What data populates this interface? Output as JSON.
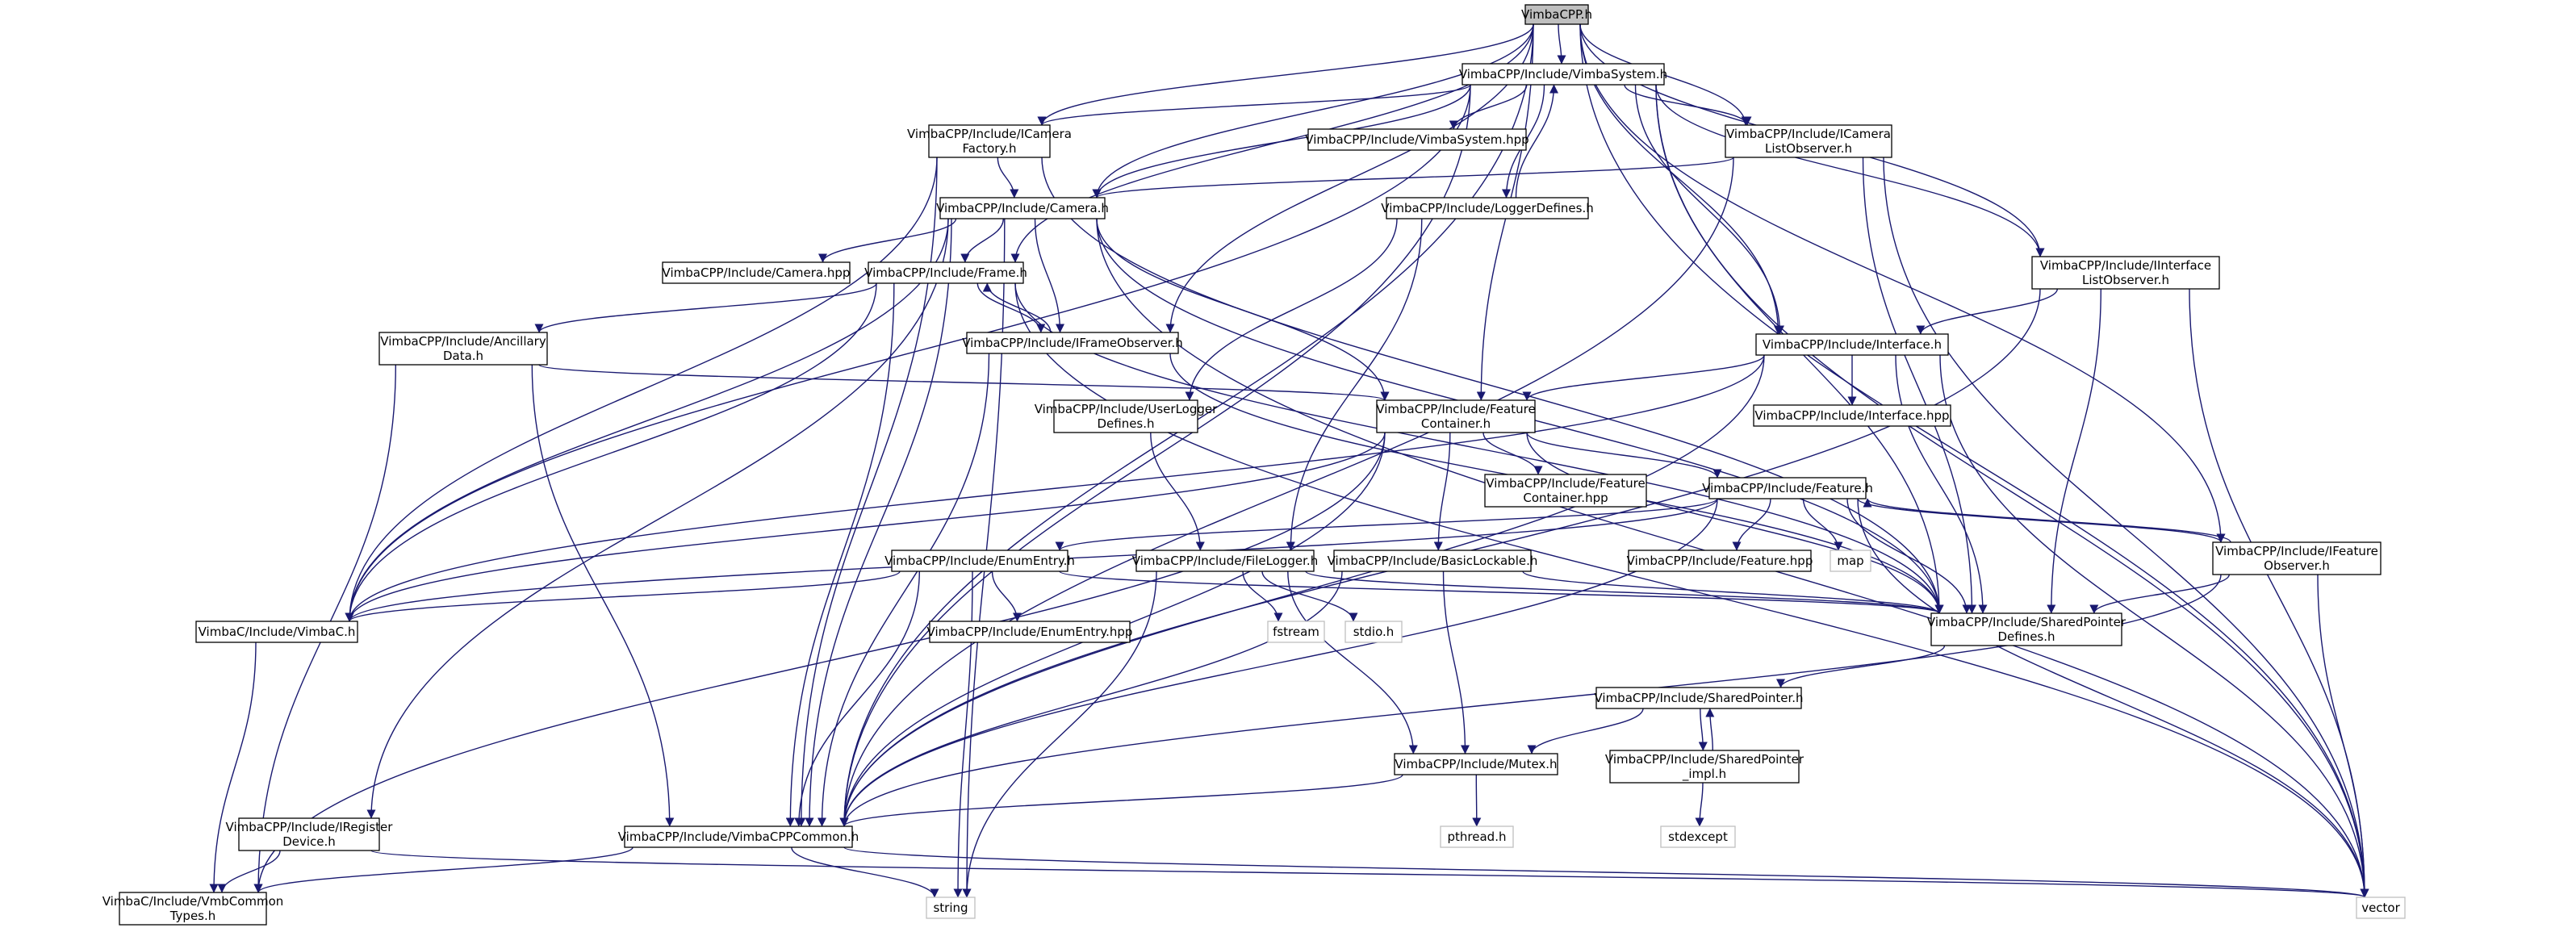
{
  "colors": {
    "edge": "#191970",
    "root_fill": "#bfbfbf",
    "node_border": "#000000",
    "system_border": "#bfbfbf"
  },
  "nodes": {
    "vimbacpp_h": {
      "lines": [
        "VimbaCPP.h"
      ],
      "kind": "root"
    },
    "vimbasystem_h": {
      "lines": [
        "VimbaCPP/Include/VimbaSystem.h"
      ]
    },
    "icamerafactory_h": {
      "lines": [
        "VimbaCPP/Include/ICamera",
        "Factory.h"
      ]
    },
    "vimbasystem_hpp": {
      "lines": [
        "VimbaCPP/Include/VimbaSystem.hpp"
      ]
    },
    "icameralistobserver_h": {
      "lines": [
        "VimbaCPP/Include/ICamera",
        "ListObserver.h"
      ]
    },
    "camera_h": {
      "lines": [
        "VimbaCPP/Include/Camera.h"
      ]
    },
    "loggerdefines_h": {
      "lines": [
        "VimbaCPP/Include/LoggerDefines.h"
      ]
    },
    "iinterfacelistobserver_h": {
      "lines": [
        "VimbaCPP/Include/IInterface",
        "ListObserver.h"
      ]
    },
    "camera_hpp": {
      "lines": [
        "VimbaCPP/Include/Camera.hpp"
      ]
    },
    "frame_h": {
      "lines": [
        "VimbaCPP/Include/Frame.h"
      ]
    },
    "interface_h": {
      "lines": [
        "VimbaCPP/Include/Interface.h"
      ]
    },
    "ancillarydata_h": {
      "lines": [
        "VimbaCPP/Include/Ancillary",
        "Data.h"
      ]
    },
    "iframeobserver_h": {
      "lines": [
        "VimbaCPP/Include/IFrameObserver.h"
      ]
    },
    "userloggerdefines_h": {
      "lines": [
        "VimbaCPP/Include/UserLogger",
        "Defines.h"
      ]
    },
    "featurecontainer_h": {
      "lines": [
        "VimbaCPP/Include/Feature",
        "Container.h"
      ]
    },
    "interface_hpp": {
      "lines": [
        "VimbaCPP/Include/Interface.hpp"
      ]
    },
    "featurecontainer_hpp": {
      "lines": [
        "VimbaCPP/Include/Feature",
        "Container.hpp"
      ]
    },
    "feature_h": {
      "lines": [
        "VimbaCPP/Include/Feature.h"
      ]
    },
    "enumentry_h": {
      "lines": [
        "VimbaCPP/Include/EnumEntry.h"
      ]
    },
    "filelogger_h": {
      "lines": [
        "VimbaCPP/Include/FileLogger.h"
      ]
    },
    "basiclockable_h": {
      "lines": [
        "VimbaCPP/Include/BasicLockable.h"
      ]
    },
    "feature_hpp": {
      "lines": [
        "VimbaCPP/Include/Feature.hpp"
      ]
    },
    "map": {
      "lines": [
        "map"
      ],
      "kind": "sys"
    },
    "ifeatureobserver_h": {
      "lines": [
        "VimbaCPP/Include/IFeature",
        "Observer.h"
      ]
    },
    "vimbac_h": {
      "lines": [
        "VimbaC/Include/VimbaC.h"
      ]
    },
    "enumentry_hpp": {
      "lines": [
        "VimbaCPP/Include/EnumEntry.hpp"
      ]
    },
    "fstream": {
      "lines": [
        "fstream"
      ],
      "kind": "sys"
    },
    "stdio_h": {
      "lines": [
        "stdio.h"
      ],
      "kind": "sys"
    },
    "sharedpointerdefines_h": {
      "lines": [
        "VimbaCPP/Include/SharedPointer",
        "Defines.h"
      ]
    },
    "sharedpointer_h": {
      "lines": [
        "VimbaCPP/Include/SharedPointer.h"
      ]
    },
    "sharedpointer_impl_h": {
      "lines": [
        "VimbaCPP/Include/SharedPointer",
        "_impl.h"
      ]
    },
    "mutex_h": {
      "lines": [
        "VimbaCPP/Include/Mutex.h"
      ]
    },
    "pthread_h": {
      "lines": [
        "pthread.h"
      ],
      "kind": "sys"
    },
    "stdexcept": {
      "lines": [
        "stdexcept"
      ],
      "kind": "sys"
    },
    "iregisterdevice_h": {
      "lines": [
        "VimbaCPP/Include/IRegister",
        "Device.h"
      ]
    },
    "vimbacppcommon_h": {
      "lines": [
        "VimbaCPP/Include/VimbaCPPCommon.h"
      ]
    },
    "vmbcommontypes_h": {
      "lines": [
        "VimbaC/Include/VmbCommon",
        "Types.h"
      ]
    },
    "string": {
      "lines": [
        "string"
      ],
      "kind": "sys"
    },
    "vector": {
      "lines": [
        "vector"
      ],
      "kind": "sys"
    }
  },
  "edges": [
    [
      "vimbacpp_h",
      "vimbasystem_h"
    ],
    [
      "vimbacpp_h",
      "icamerafactory_h"
    ],
    [
      "vimbacpp_h",
      "camera_h"
    ],
    [
      "vimbacpp_h",
      "icameralistobserver_h"
    ],
    [
      "vimbacpp_h",
      "iinterfacelistobserver_h"
    ],
    [
      "vimbacpp_h",
      "frame_h"
    ],
    [
      "vimbacpp_h",
      "interface_h"
    ],
    [
      "vimbacpp_h",
      "iframeobserver_h"
    ],
    [
      "vimbacpp_h",
      "featurecontainer_h"
    ],
    [
      "vimbacpp_h",
      "ifeatureobserver_h"
    ],
    [
      "vimbacpp_h",
      "vimbacppcommon_h"
    ],
    [
      "vimbacpp_h",
      "vector"
    ],
    [
      "vimbasystem_h",
      "icamerafactory_h"
    ],
    [
      "vimbasystem_h",
      "vimbasystem_hpp"
    ],
    [
      "vimbasystem_h",
      "icameralistobserver_h"
    ],
    [
      "vimbasystem_h",
      "camera_h"
    ],
    [
      "vimbasystem_h",
      "loggerdefines_h"
    ],
    [
      "vimbasystem_h",
      "iinterfacelistobserver_h"
    ],
    [
      "vimbasystem_h",
      "interface_h"
    ],
    [
      "vimbasystem_h",
      "vimbac_h"
    ],
    [
      "vimbasystem_h",
      "vimbacppcommon_h"
    ],
    [
      "vimbasystem_h",
      "sharedpointerdefines_h"
    ],
    [
      "vimbasystem_h",
      "vector"
    ],
    [
      "icamerafactory_h",
      "camera_h"
    ],
    [
      "icamerafactory_h",
      "vimbac_h"
    ],
    [
      "icamerafactory_h",
      "vimbacppcommon_h"
    ],
    [
      "icamerafactory_h",
      "sharedpointerdefines_h"
    ],
    [
      "icameralistobserver_h",
      "camera_h"
    ],
    [
      "icameralistobserver_h",
      "vimbacppcommon_h"
    ],
    [
      "icameralistobserver_h",
      "sharedpointerdefines_h"
    ],
    [
      "icameralistobserver_h",
      "vector"
    ],
    [
      "camera_h",
      "camera_hpp"
    ],
    [
      "camera_h",
      "frame_h"
    ],
    [
      "camera_h",
      "iframeobserver_h"
    ],
    [
      "camera_h",
      "featurecontainer_h"
    ],
    [
      "camera_h",
      "vimbac_h"
    ],
    [
      "camera_h",
      "vimbacppcommon_h"
    ],
    [
      "camera_h",
      "sharedpointerdefines_h"
    ],
    [
      "camera_h",
      "iregisterdevice_h"
    ],
    [
      "camera_h",
      "vector"
    ],
    [
      "camera_h",
      "string"
    ],
    [
      "loggerdefines_h",
      "vimbasystem_h"
    ],
    [
      "loggerdefines_h",
      "userloggerdefines_h"
    ],
    [
      "loggerdefines_h",
      "filelogger_h"
    ],
    [
      "iinterfacelistobserver_h",
      "interface_h"
    ],
    [
      "iinterfacelistobserver_h",
      "vimbacppcommon_h"
    ],
    [
      "iinterfacelistobserver_h",
      "sharedpointerdefines_h"
    ],
    [
      "iinterfacelistobserver_h",
      "vector"
    ],
    [
      "frame_h",
      "ancillarydata_h"
    ],
    [
      "frame_h",
      "iframeobserver_h"
    ],
    [
      "frame_h",
      "vimbac_h"
    ],
    [
      "frame_h",
      "vimbacppcommon_h"
    ],
    [
      "frame_h",
      "sharedpointerdefines_h"
    ],
    [
      "frame_h",
      "vector"
    ],
    [
      "iframeobserver_h",
      "frame_h"
    ],
    [
      "iframeobserver_h",
      "vimbacppcommon_h"
    ],
    [
      "iframeobserver_h",
      "sharedpointerdefines_h"
    ],
    [
      "interface_h",
      "featurecontainer_h"
    ],
    [
      "interface_h",
      "interface_hpp"
    ],
    [
      "interface_h",
      "vimbac_h"
    ],
    [
      "interface_h",
      "vimbacppcommon_h"
    ],
    [
      "interface_h",
      "sharedpointerdefines_h"
    ],
    [
      "interface_h",
      "vector"
    ],
    [
      "ancillarydata_h",
      "featurecontainer_h"
    ],
    [
      "ancillarydata_h",
      "vimbacppcommon_h"
    ],
    [
      "ancillarydata_h",
      "vmbcommontypes_h"
    ],
    [
      "userloggerdefines_h",
      "filelogger_h"
    ],
    [
      "featurecontainer_h",
      "featurecontainer_hpp"
    ],
    [
      "featurecontainer_h",
      "feature_h"
    ],
    [
      "featurecontainer_h",
      "basiclockable_h"
    ],
    [
      "featurecontainer_h",
      "vimbac_h"
    ],
    [
      "featurecontainer_h",
      "vimbacppcommon_h"
    ],
    [
      "featurecontainer_h",
      "sharedpointerdefines_h"
    ],
    [
      "featurecontainer_h",
      "vmbcommontypes_h"
    ],
    [
      "feature_h",
      "enumentry_h"
    ],
    [
      "feature_h",
      "feature_hpp"
    ],
    [
      "feature_h",
      "map"
    ],
    [
      "feature_h",
      "ifeatureobserver_h"
    ],
    [
      "feature_h",
      "vimbac_h"
    ],
    [
      "feature_h",
      "vimbacppcommon_h"
    ],
    [
      "feature_h",
      "sharedpointerdefines_h"
    ],
    [
      "feature_h",
      "vector"
    ],
    [
      "ifeatureobserver_h",
      "feature_h"
    ],
    [
      "ifeatureobserver_h",
      "vimbacppcommon_h"
    ],
    [
      "ifeatureobserver_h",
      "sharedpointerdefines_h"
    ],
    [
      "ifeatureobserver_h",
      "vector"
    ],
    [
      "enumentry_h",
      "vimbac_h"
    ],
    [
      "enumentry_h",
      "enumentry_hpp"
    ],
    [
      "enumentry_h",
      "vimbacppcommon_h"
    ],
    [
      "enumentry_h",
      "sharedpointerdefines_h"
    ],
    [
      "enumentry_h",
      "string"
    ],
    [
      "filelogger_h",
      "fstream"
    ],
    [
      "filelogger_h",
      "stdio_h"
    ],
    [
      "filelogger_h",
      "mutex_h"
    ],
    [
      "filelogger_h",
      "sharedpointerdefines_h"
    ],
    [
      "filelogger_h",
      "string"
    ],
    [
      "basiclockable_h",
      "mutex_h"
    ],
    [
      "basiclockable_h",
      "vimbacppcommon_h"
    ],
    [
      "basiclockable_h",
      "sharedpointerdefines_h"
    ],
    [
      "vimbac_h",
      "vmbcommontypes_h"
    ],
    [
      "sharedpointerdefines_h",
      "sharedpointer_h"
    ],
    [
      "sharedpointer_h",
      "sharedpointer_impl_h"
    ],
    [
      "sharedpointer_h",
      "mutex_h"
    ],
    [
      "sharedpointer_impl_h",
      "sharedpointer_h"
    ],
    [
      "sharedpointer_impl_h",
      "stdexcept"
    ],
    [
      "mutex_h",
      "vimbacppcommon_h"
    ],
    [
      "mutex_h",
      "pthread_h"
    ],
    [
      "iregisterdevice_h",
      "vmbcommontypes_h"
    ],
    [
      "iregisterdevice_h",
      "vector"
    ],
    [
      "vimbacppcommon_h",
      "vmbcommontypes_h"
    ],
    [
      "vimbacppcommon_h",
      "string"
    ],
    [
      "vimbacppcommon_h",
      "vector"
    ]
  ]
}
